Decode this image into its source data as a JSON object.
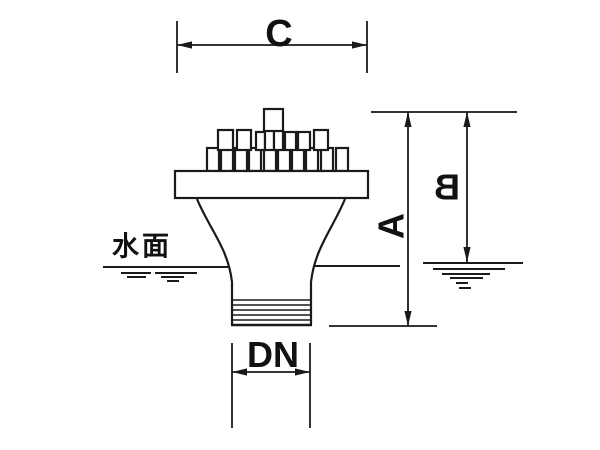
{
  "diagram": {
    "labels": {
      "width_top": "C",
      "height_total": "A",
      "height_above_water": "B",
      "pipe_diameter": "DN",
      "water_surface": "水面"
    },
    "colors": {
      "line": "#1a1a1a",
      "background": "#ffffff"
    }
  }
}
